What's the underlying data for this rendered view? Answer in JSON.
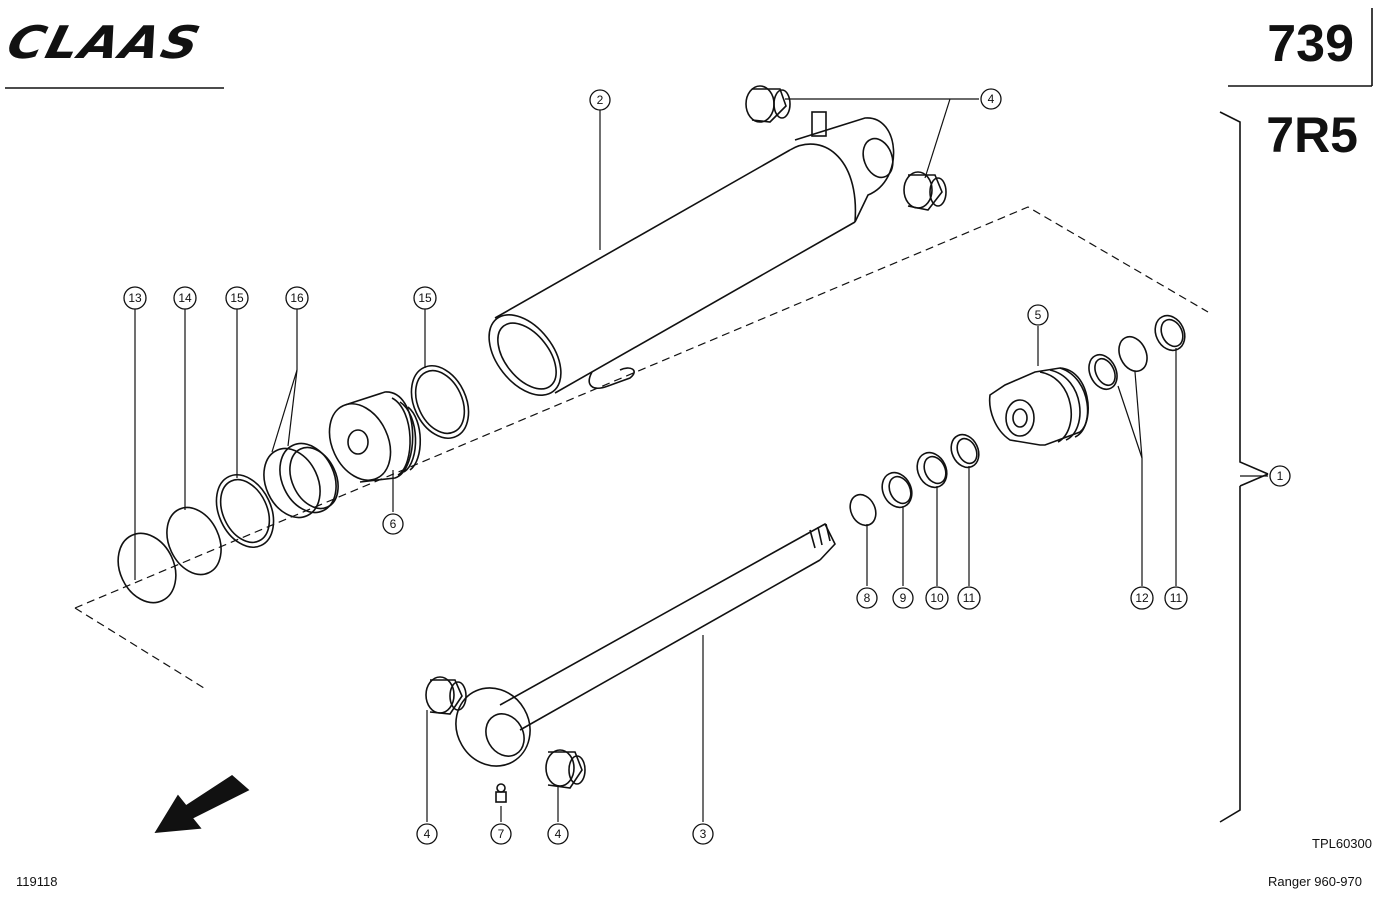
{
  "header": {
    "logo_text": "CLAAS",
    "page_number": "739",
    "section_code": "7R5"
  },
  "footer": {
    "drawing_code": "TPL60300",
    "doc_number": "119118",
    "model": "Ranger 960-970"
  },
  "callouts": {
    "c1": "1",
    "c2": "2",
    "c3": "3",
    "c4a": "4",
    "c4b": "4",
    "c4c": "4",
    "c5": "5",
    "c6": "6",
    "c7": "7",
    "c8": "8",
    "c9": "9",
    "c10": "10",
    "c11a": "11",
    "c11b": "11",
    "c12": "12",
    "c13": "13",
    "c14": "14",
    "c15a": "15",
    "c15b": "15",
    "c16": "16"
  }
}
